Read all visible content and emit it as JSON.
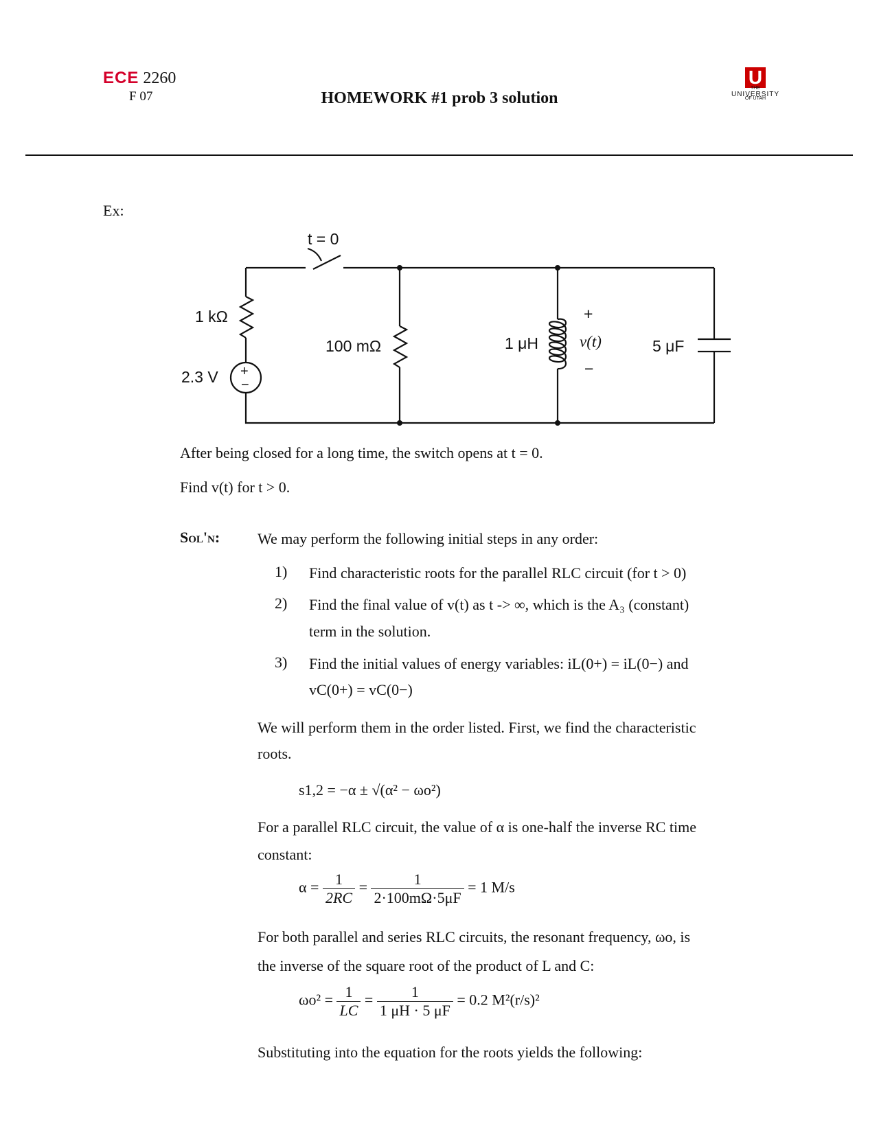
{
  "header": {
    "logo": "ECE",
    "course_number": "2260",
    "term": "F 07",
    "title": "HOMEWORK #1 prob 3 solution",
    "univ_the": "THE",
    "univ_name_1": "UNIVERSITY",
    "univ_name_2": "OF UTAH",
    "univ_letter": "U"
  },
  "ex_label": "Ex:",
  "circuit": {
    "switch_label": "t = 0",
    "r1": "1 kΩ",
    "source": "2.3 V",
    "r2": "100 mΩ",
    "inductor": "1 μH",
    "capacitor": "5 μF",
    "v_plus": "+",
    "v_label": "v(t)",
    "v_minus": "−",
    "src_plus": "+",
    "src_minus": "−"
  },
  "problem": {
    "line1": "After being closed for a long time, the switch opens at t = 0.",
    "line2": "Find v(t) for t > 0."
  },
  "solution": {
    "label": "Sol'n:",
    "intro": "We may perform the following initial steps in any order:",
    "steps": [
      {
        "num": "1)",
        "text": "Find characteristic roots for the parallel RLC circuit (for t > 0)"
      },
      {
        "num": "2)",
        "text_a": "Find the final value of v(t) as t -> ∞, which is the A₃ (constant)",
        "text_b": "term in the solution."
      },
      {
        "num": "3)",
        "text_a": "Find the initial values of energy variables: iL(0+) = iL(0−) and",
        "text_b": "vC(0+) = vC(0−)"
      }
    ],
    "order_a": "We will perform them in the order listed.  First, we find the characteristic",
    "order_b": "roots.",
    "eq_roots": "s1,2 = −α ± √(α² − ωo²)",
    "alpha_a": "For a parallel RLC circuit, the value of α is one-half the inverse RC time",
    "alpha_b": "constant:",
    "eq_alpha": {
      "lhs": "α =",
      "n1": "1",
      "d1": "2RC",
      "n2": "1",
      "d2": "2·100mΩ·5μF",
      "rhs": "= 1 M/s"
    },
    "res_a": "For both parallel and series RLC circuits, the resonant frequency, ωo, is",
    "res_b": "the inverse of the square root of the product of L and C:",
    "eq_omega": {
      "lhs": "ωo² =",
      "n1": "1",
      "d1": "LC",
      "n2": "1",
      "d2": "1 μH · 5 μF",
      "rhs": "= 0.2 M²(r/s)²"
    },
    "subst": "Substituting into the equation for the roots yields the following:"
  }
}
